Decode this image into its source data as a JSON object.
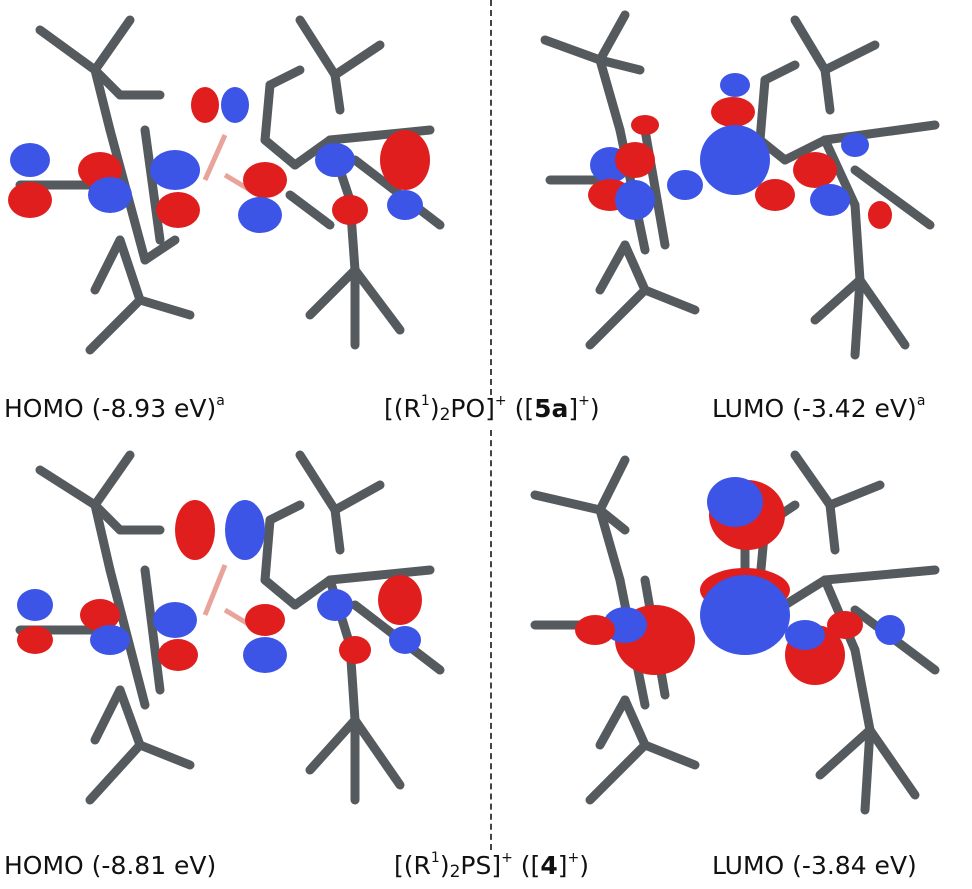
{
  "colors": {
    "bond": "#555a5e",
    "bond_light": "#7a8085",
    "lobe_blue": "#3c55e6",
    "lobe_red": "#e01e1e",
    "p_atom": "#e8a49a",
    "divider": "#444444"
  },
  "labels": {
    "top_left": {
      "text": "HOMO (-8.93 eV)",
      "sup": "a"
    },
    "top_center": {
      "pre": "[(R",
      "sup1": "1",
      "mid": ")",
      "sub": "2",
      "post": "PO]",
      "sup2": "+",
      "paren_open": " ([",
      "bold": "5a",
      "close": "]",
      "sup3": "+",
      "paren_close": ")"
    },
    "top_right": {
      "text": "LUMO (-3.42 eV)",
      "sup": "a"
    },
    "bottom_left": {
      "text": "HOMO (-8.81 eV)"
    },
    "bottom_center": {
      "pre": "[(R",
      "sup1": "1",
      "mid": ")",
      "sub": "2",
      "post": "PS]",
      "sup2": "+",
      "paren_open": " ([",
      "bold": "4",
      "close": "]",
      "sup3": "+",
      "paren_close": ")"
    },
    "bottom_right": {
      "text": "LUMO (-3.84 eV)"
    }
  }
}
